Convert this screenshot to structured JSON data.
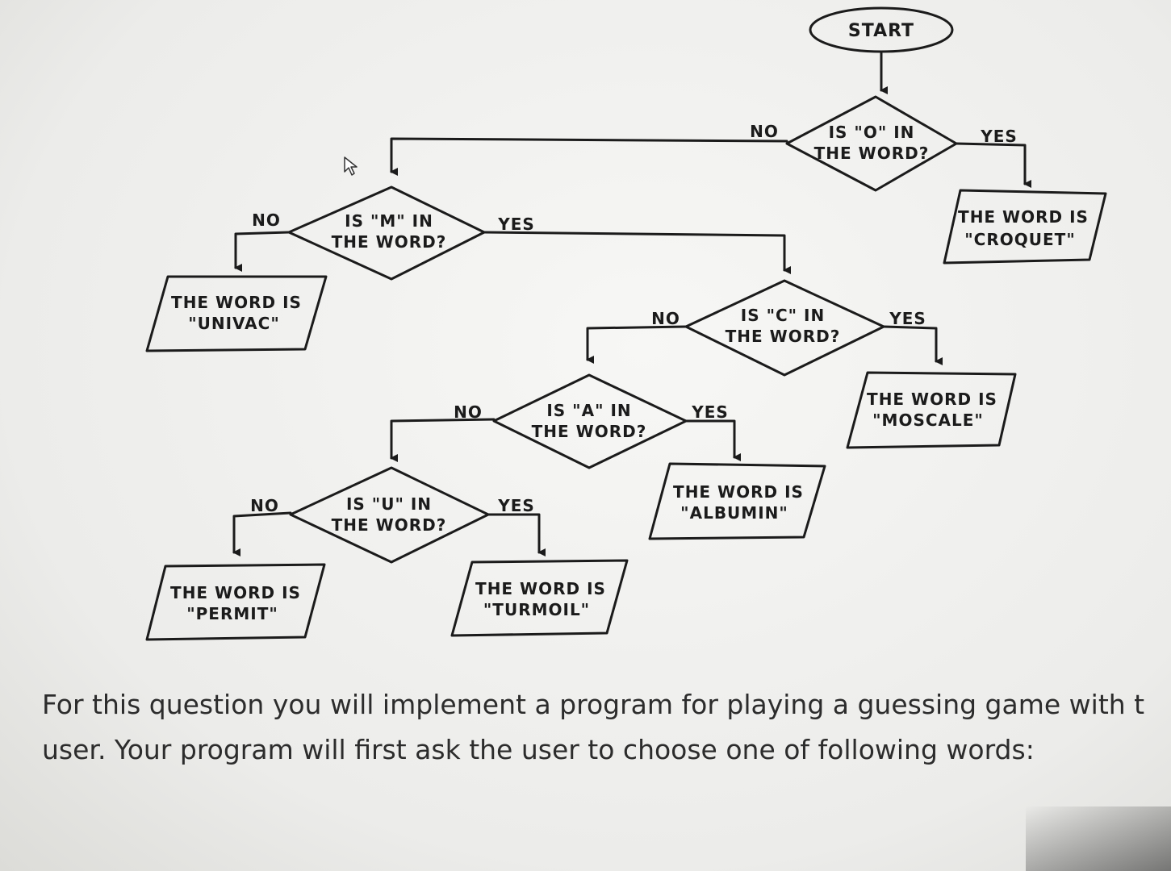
{
  "flowchart": {
    "start": "START",
    "yes": "YES",
    "no": "NO",
    "questions": {
      "o": [
        "IS \"O\" IN",
        "THE WORD?"
      ],
      "m": [
        "IS \"M\" IN",
        "THE WORD?"
      ],
      "c": [
        "IS \"C\" IN",
        "THE WORD?"
      ],
      "a": [
        "IS \"A\" IN",
        "THE WORD?"
      ],
      "u": [
        "IS \"U\" IN",
        "THE WORD?"
      ]
    },
    "results": {
      "croquet": [
        "THE WORD IS",
        "\"CROQUET\""
      ],
      "univac": [
        "THE WORD IS",
        "\"UNIVAC\""
      ],
      "moscale": [
        "THE WORD IS",
        "\"MOSCALE\""
      ],
      "albumin": [
        "THE WORD IS",
        "\"ALBUMIN\""
      ],
      "permit": [
        "THE WORD IS",
        "\"PERMIT\""
      ],
      "turmoil": [
        "THE WORD IS",
        "\"TURMOIL\""
      ]
    }
  },
  "question_text": {
    "line1": "For this question you will implement a program for playing a guessing game with t",
    "line2": "user. Your program will first ask the user to choose one of following words:"
  }
}
